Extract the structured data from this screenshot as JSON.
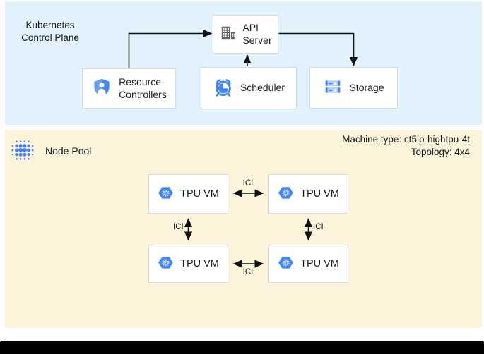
{
  "colors": {
    "control_plane_bg": "#e1f2fc",
    "node_pool_bg": "#fcf4da",
    "box_border": "#d8dadd",
    "text": "#202124",
    "google_blue": "#4285f4",
    "google_blue_light": "#aecbfa",
    "icon_gray": "#5f6368",
    "arrow": "#111111"
  },
  "control_plane": {
    "title_line1": "Kubernetes",
    "title_line2": "Control Plane",
    "nodes": {
      "api_server": {
        "label_line1": "API",
        "label_line2": "Server",
        "icon": "building-icon"
      },
      "resource_controllers": {
        "label_line1": "Resource",
        "label_line2": "Controllers",
        "icon": "shield-user-icon"
      },
      "scheduler": {
        "label": "Scheduler",
        "icon": "alarm-clock-icon"
      },
      "storage": {
        "label": "Storage",
        "icon": "server-stack-icon"
      }
    }
  },
  "node_pool": {
    "title": "Node Pool",
    "icon": "dots-cluster-icon",
    "machine_type": "Machine type: ct5lp-hightpu-4t",
    "topology": "Topology: 4x4",
    "tpu_vms": [
      {
        "label": "TPU VM",
        "icon": "tpu-hexagon-icon"
      },
      {
        "label": "TPU VM",
        "icon": "tpu-hexagon-icon"
      },
      {
        "label": "TPU VM",
        "icon": "tpu-hexagon-icon"
      },
      {
        "label": "TPU VM",
        "icon": "tpu-hexagon-icon"
      }
    ],
    "interconnect_label": "ICI"
  }
}
